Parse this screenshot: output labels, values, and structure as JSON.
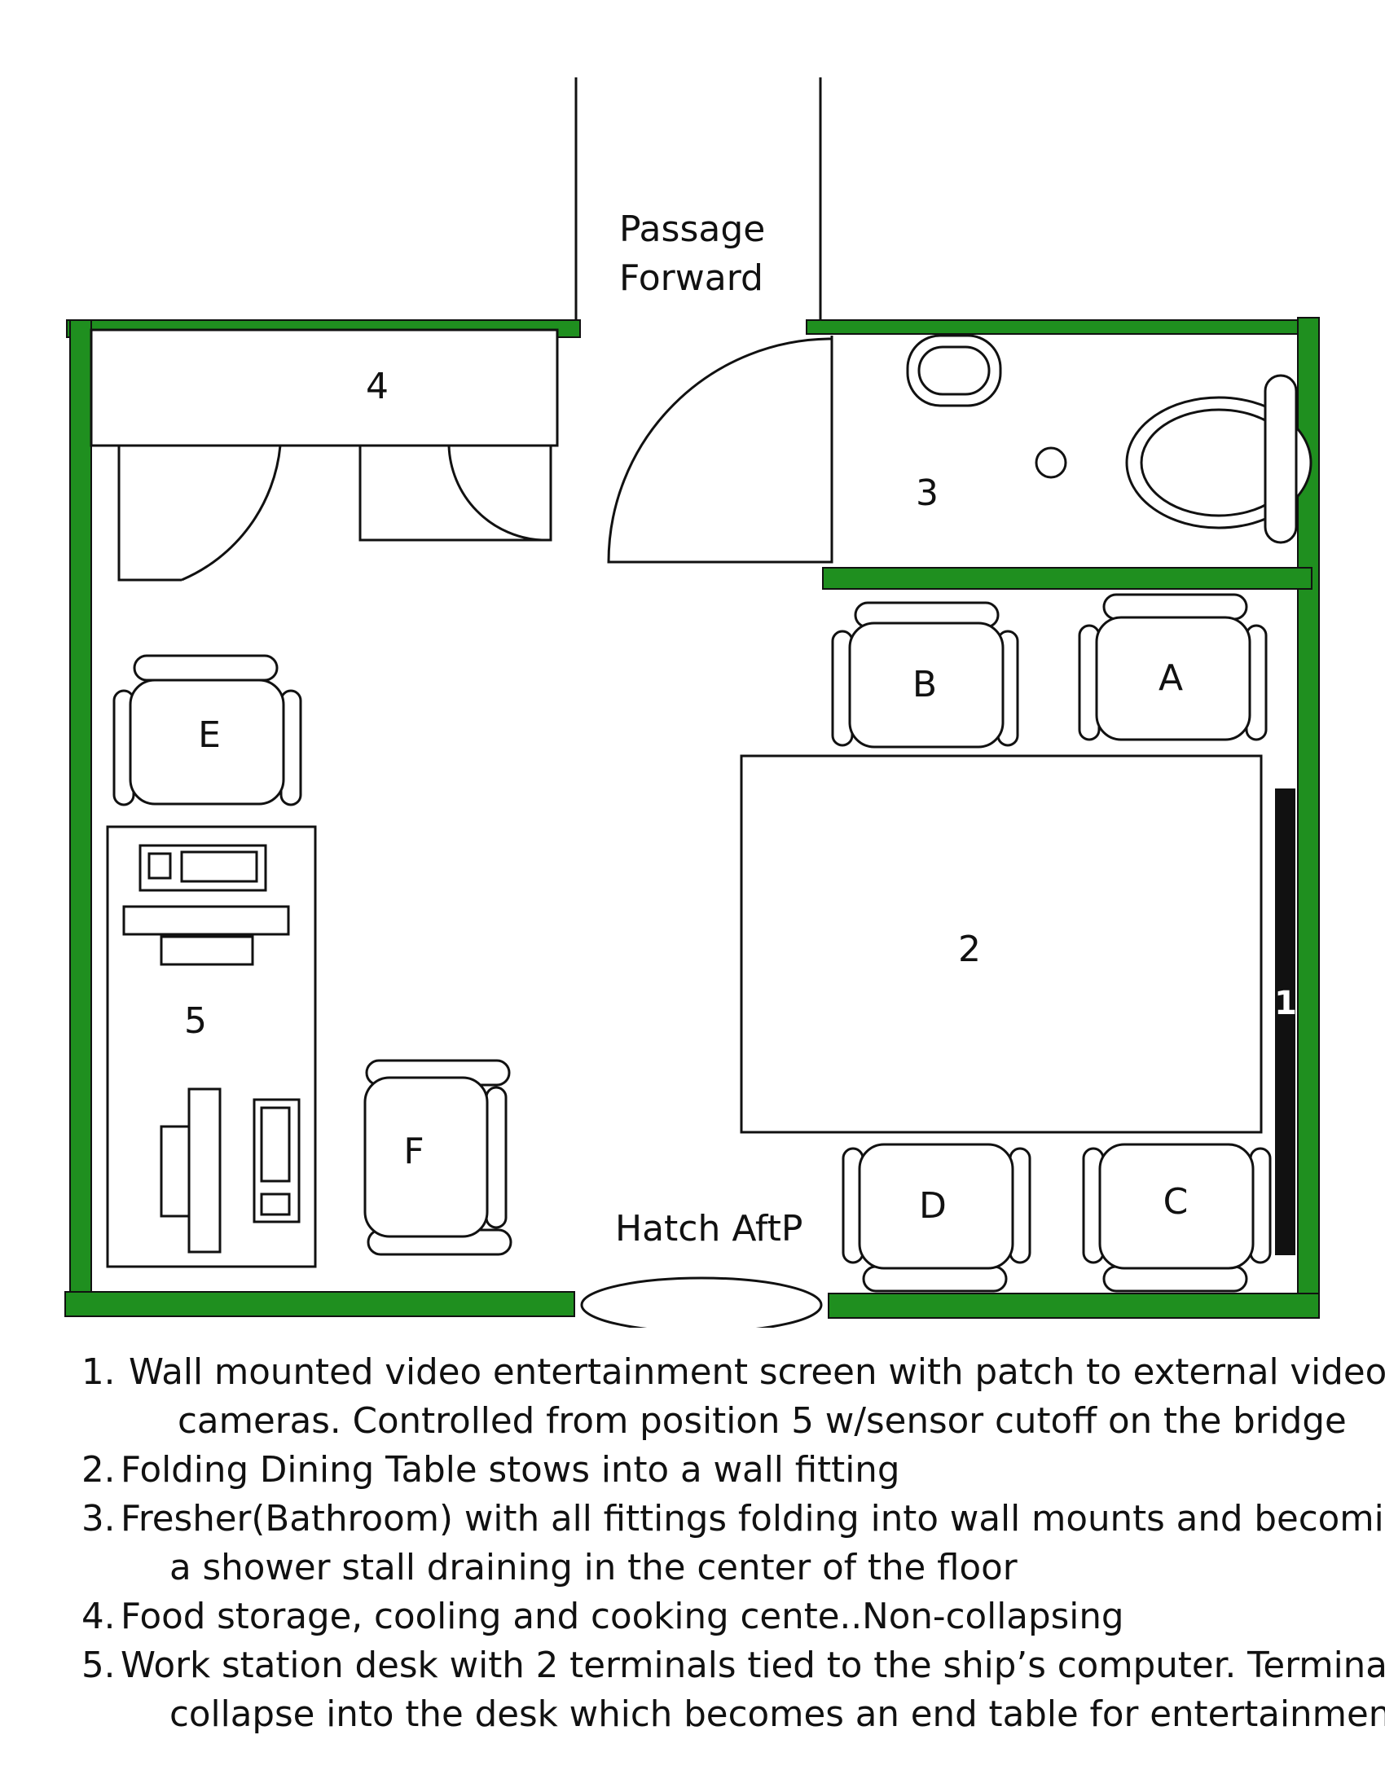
{
  "plan": {
    "passage_label_line1": "Passage",
    "passage_label_line2": "Forward",
    "hatch_label": "Hatch AftP",
    "zone_labels": {
      "screen": "1",
      "table": "2",
      "fresher": "3",
      "food": "4",
      "desk": "5"
    },
    "chair_labels": [
      "A",
      "B",
      "C",
      "D",
      "E",
      "F"
    ],
    "colors": {
      "wall": "#1f8f1f",
      "screen": "#111111",
      "line": "#111111"
    }
  },
  "legend": [
    {
      "number": "1.",
      "line1": "Wall mounted video entertainment screen with patch to external video",
      "line2": "cameras.  Controlled from position 5 w/sensor cutoff on the bridge"
    },
    {
      "number": "2.",
      "line1": "Folding Dining Table stows into a wall fitting",
      "line2": ""
    },
    {
      "number": "3.",
      "line1": "Fresher(Bathroom) with all fittings folding into wall mounts and becoming",
      "line2": "a shower stall draining in the center of the floor"
    },
    {
      "number": "4.",
      "line1": "Food storage, cooling and cooking cente..Non-collapsing",
      "line2": ""
    },
    {
      "number": "5.",
      "line1": "Work station desk with 2 terminals tied to the ship’s computer.  Terminals",
      "line2": "collapse into the desk which becomes an end table for entertainment"
    }
  ]
}
